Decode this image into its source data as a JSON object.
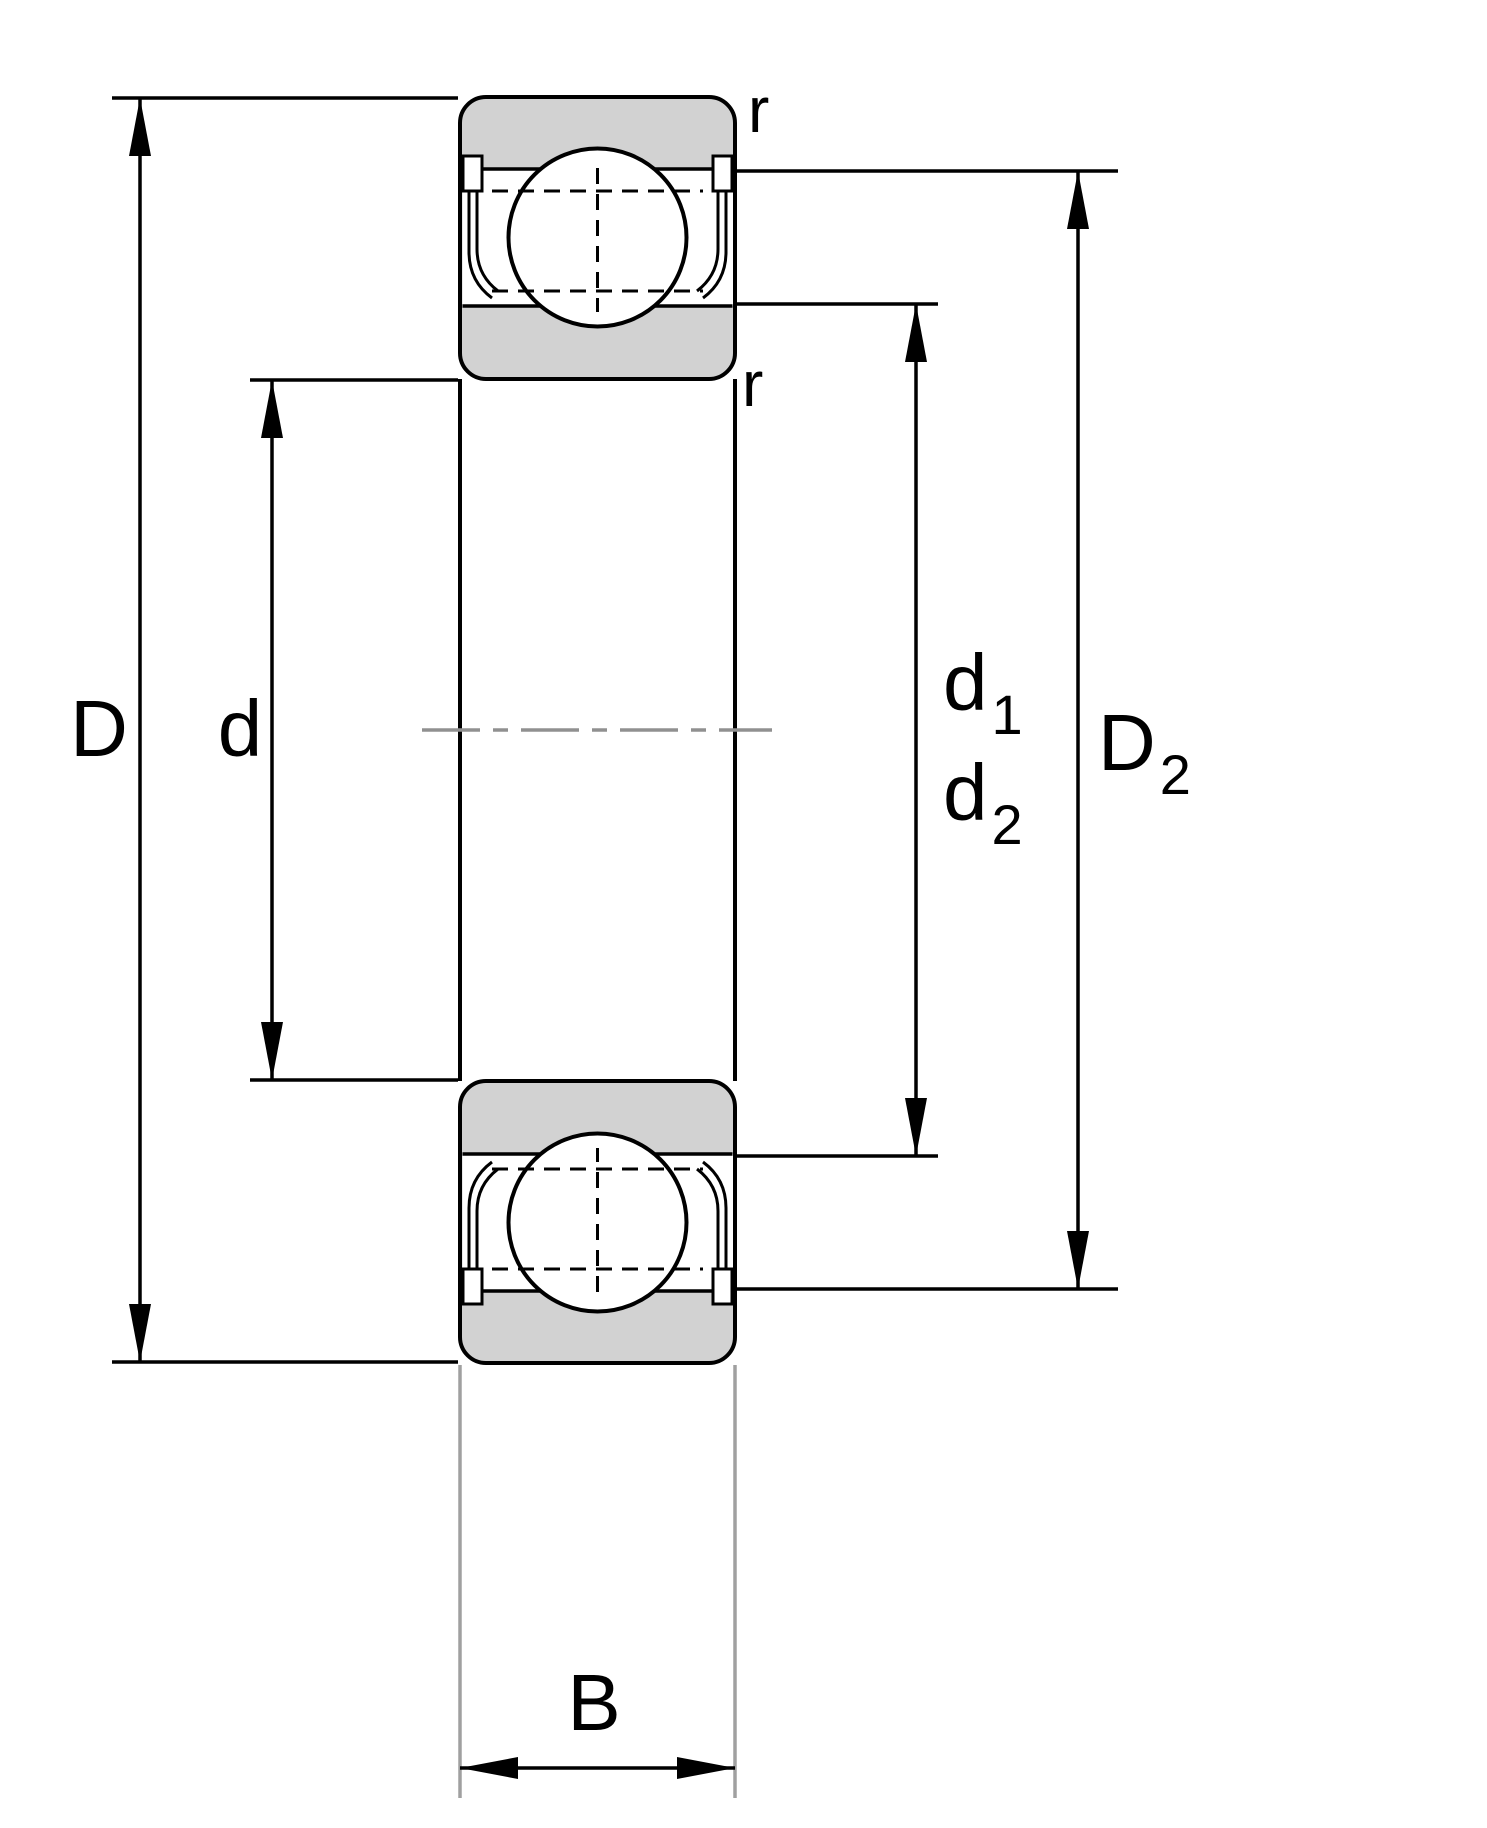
{
  "diagram": {
    "type": "bearing-cross-section",
    "labels": {
      "outer_diameter": {
        "text": "D"
      },
      "bore_diameter": {
        "text": "d"
      },
      "diameter_d1": {
        "text": "d",
        "sub": "1"
      },
      "diameter_d2": {
        "text": "d",
        "sub": "2"
      },
      "diameter_D2": {
        "text": "D",
        "sub": "2"
      },
      "width": {
        "text": "B"
      },
      "radius_outer": {
        "text": "r"
      },
      "radius_inner": {
        "text": "r"
      }
    },
    "colors": {
      "ring_fill": "#d2d2d2",
      "outline": "#000000",
      "centerline": "#909090",
      "extension": "#a0a0a0",
      "background": "#ffffff"
    }
  }
}
